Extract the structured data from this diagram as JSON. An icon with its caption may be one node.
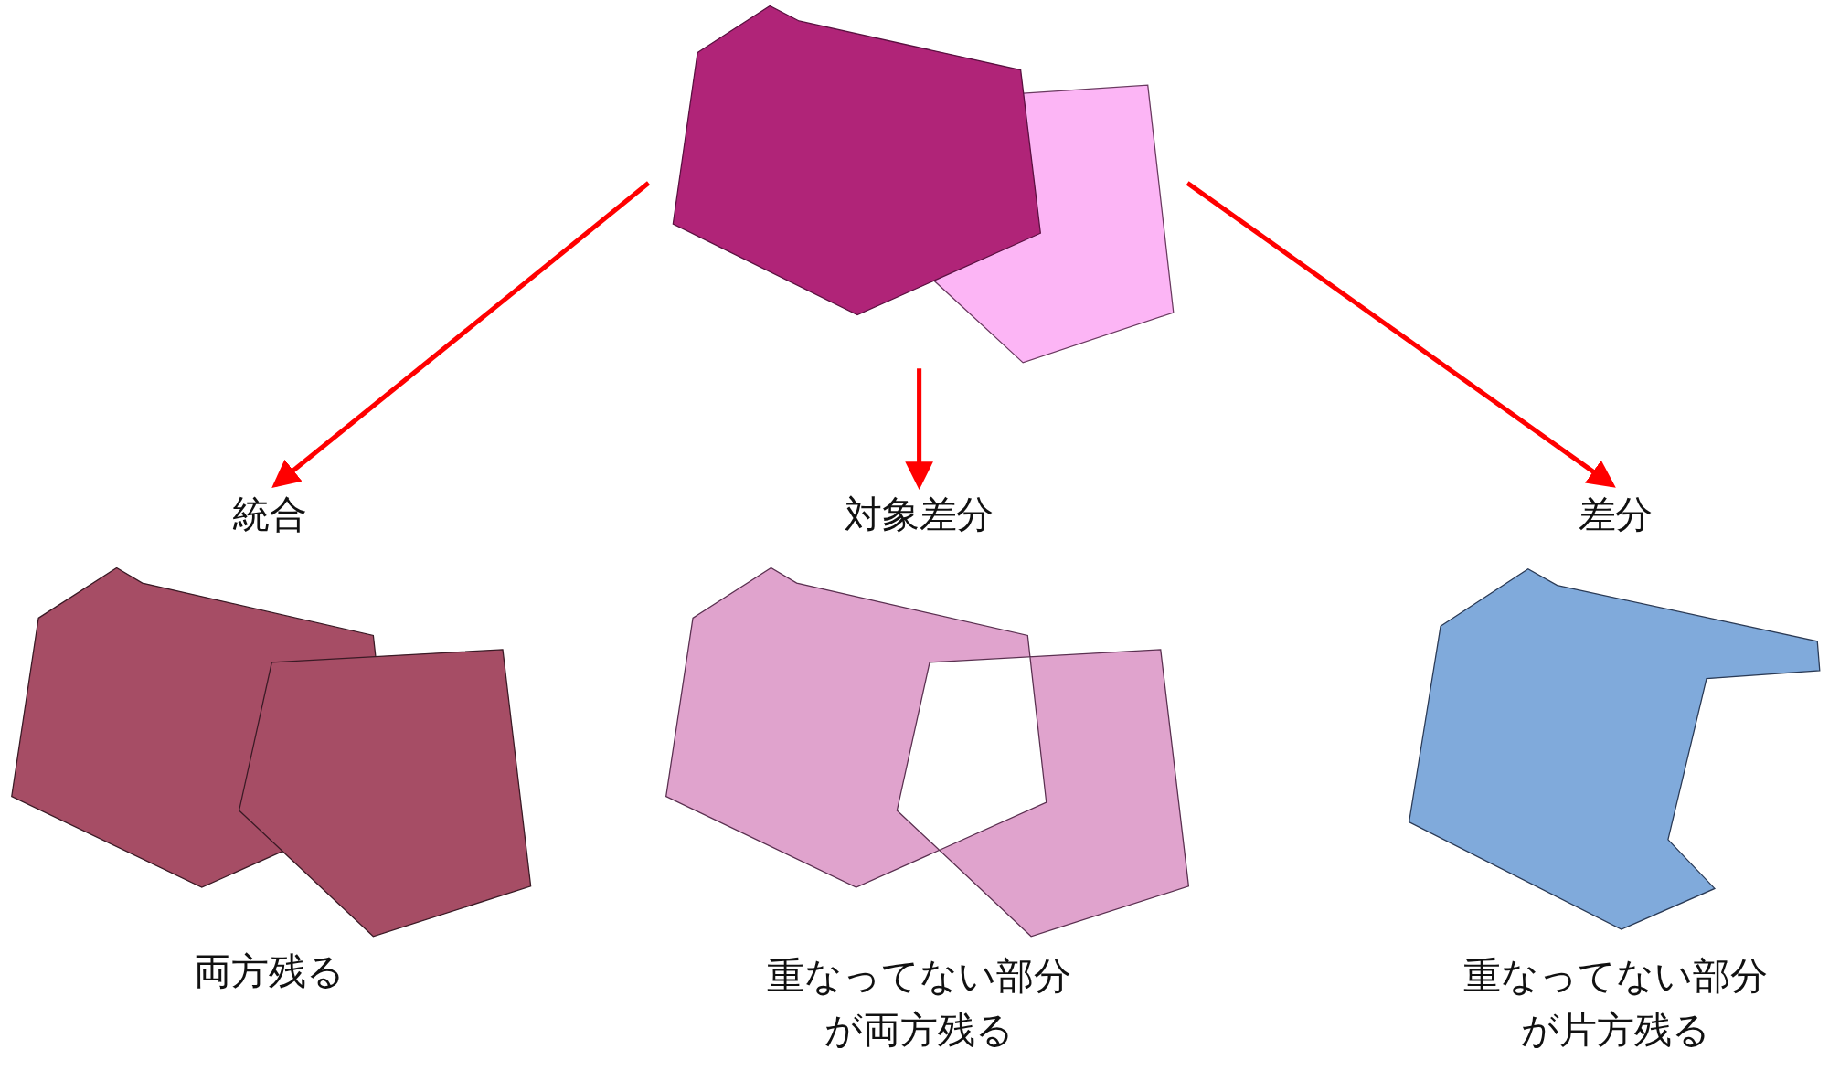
{
  "diagram": {
    "nodes": [
      {
        "text": [],
        "shape": "picture"
      },
      {
        "text": [
          "統合"
        ]
      },
      {
        "text": [
          "対象差分"
        ]
      },
      {
        "text": [
          "差分"
        ]
      }
    ],
    "edges": [
      {
        "from": 0,
        "to": 1,
        "arrow": "to"
      },
      {
        "from": 0,
        "to": 2,
        "arrow": "to"
      },
      {
        "from": 0,
        "to": 3,
        "arrow": "to"
      }
    ],
    "labels": [
      "両方残る",
      "重なってない部分が両方残る",
      "重なってない部分が片方残る"
    ]
  }
}
